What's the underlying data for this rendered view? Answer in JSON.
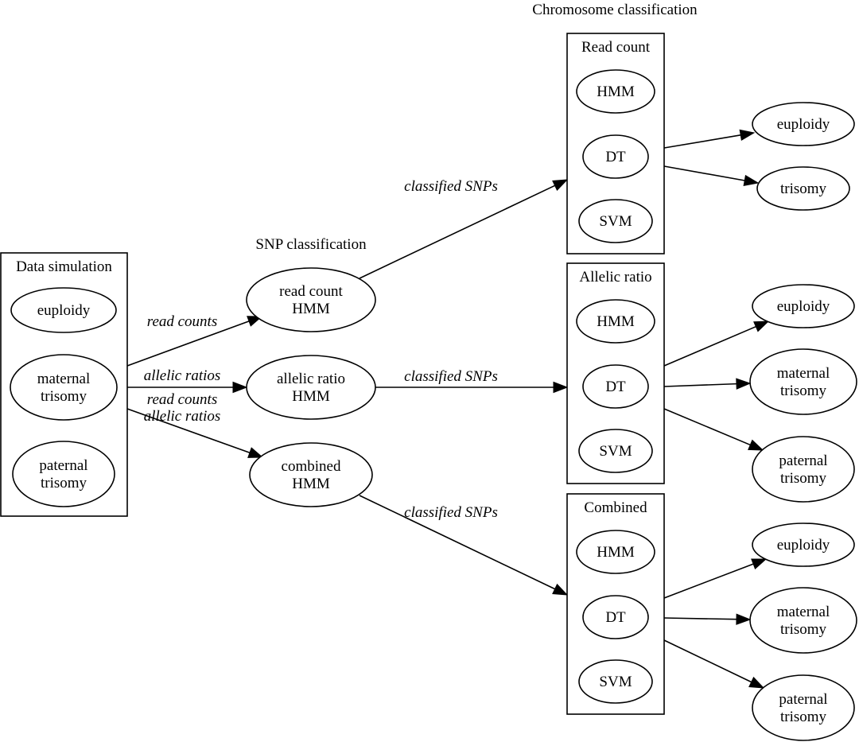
{
  "titles": {
    "snp_classification": "SNP classification",
    "chromosome_classification": "Chromosome classification"
  },
  "clusters": {
    "data_simulation": {
      "label": "Data simulation",
      "nodes": [
        {
          "lines": [
            "euploidy"
          ]
        },
        {
          "lines": [
            "maternal",
            "trisomy"
          ]
        },
        {
          "lines": [
            "paternal",
            "trisomy"
          ]
        }
      ]
    },
    "read_count": {
      "label": "Read count",
      "nodes": [
        {
          "lines": [
            "HMM"
          ]
        },
        {
          "lines": [
            "DT"
          ]
        },
        {
          "lines": [
            "SVM"
          ]
        }
      ]
    },
    "allelic_ratio": {
      "label": "Allelic ratio",
      "nodes": [
        {
          "lines": [
            "HMM"
          ]
        },
        {
          "lines": [
            "DT"
          ]
        },
        {
          "lines": [
            "SVM"
          ]
        }
      ]
    },
    "combined": {
      "label": "Combined",
      "nodes": [
        {
          "lines": [
            "HMM"
          ]
        },
        {
          "lines": [
            "DT"
          ]
        },
        {
          "lines": [
            "SVM"
          ]
        }
      ]
    }
  },
  "snp_nodes": [
    {
      "lines": [
        "read count",
        "HMM"
      ]
    },
    {
      "lines": [
        "allelic ratio",
        "HMM"
      ]
    },
    {
      "lines": [
        "combined",
        "HMM"
      ]
    }
  ],
  "outcomes": {
    "read_count": [
      {
        "lines": [
          "euploidy"
        ]
      },
      {
        "lines": [
          "trisomy"
        ]
      }
    ],
    "allelic_ratio": [
      {
        "lines": [
          "euploidy"
        ]
      },
      {
        "lines": [
          "maternal",
          "trisomy"
        ]
      },
      {
        "lines": [
          "paternal",
          "trisomy"
        ]
      }
    ],
    "combined": [
      {
        "lines": [
          "euploidy"
        ]
      },
      {
        "lines": [
          "maternal",
          "trisomy"
        ]
      },
      {
        "lines": [
          "paternal",
          "trisomy"
        ]
      }
    ]
  },
  "edge_labels": {
    "sim_to_read_count": [
      "read counts"
    ],
    "sim_to_allelic_ratio": [
      "allelic ratios"
    ],
    "sim_to_combined": [
      "read counts",
      "allelic ratios"
    ],
    "snp_to_chrom": [
      "classified SNPs"
    ]
  },
  "colors": {
    "stroke": "#000000",
    "background": "#ffffff"
  }
}
